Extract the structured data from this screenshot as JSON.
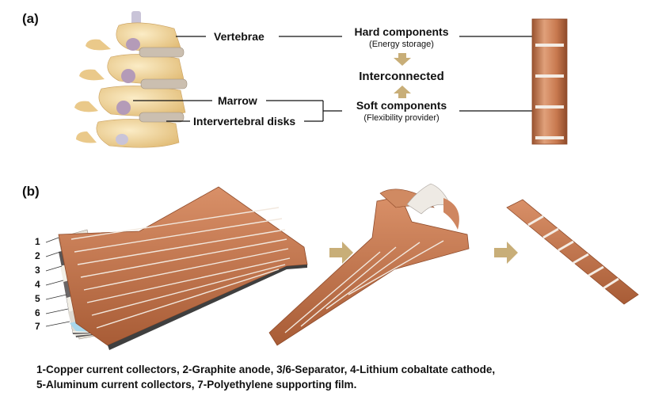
{
  "panel_a": {
    "label": "(a)",
    "terms": {
      "vertebrae": "Vertebrae",
      "marrow": "Marrow",
      "intervertebral_disks": "Intervertebral disks",
      "hard_components": "Hard components",
      "energy_storage": "(Energy storage)",
      "interconnected": "Interconnected",
      "soft_components": "Soft components",
      "flexibility_provider": "(Flexibility provider)"
    }
  },
  "panel_b": {
    "label": "(b)",
    "layer_numbers": [
      "1",
      "2",
      "3",
      "4",
      "5",
      "6",
      "7"
    ],
    "caption_lines": [
      "1-Copper current collectors, 2-Graphite anode, 3/6-Separator, 4-Lithium cobaltate cathode,",
      "5-Aluminum current collectors, 7-Polyethylene supporting film."
    ]
  },
  "colors": {
    "copper": "#c8794f",
    "copper_dark": "#9a5330",
    "bone": "#f1d9a1",
    "disk": "#b49bb8",
    "arrow": "#c8ae78"
  }
}
